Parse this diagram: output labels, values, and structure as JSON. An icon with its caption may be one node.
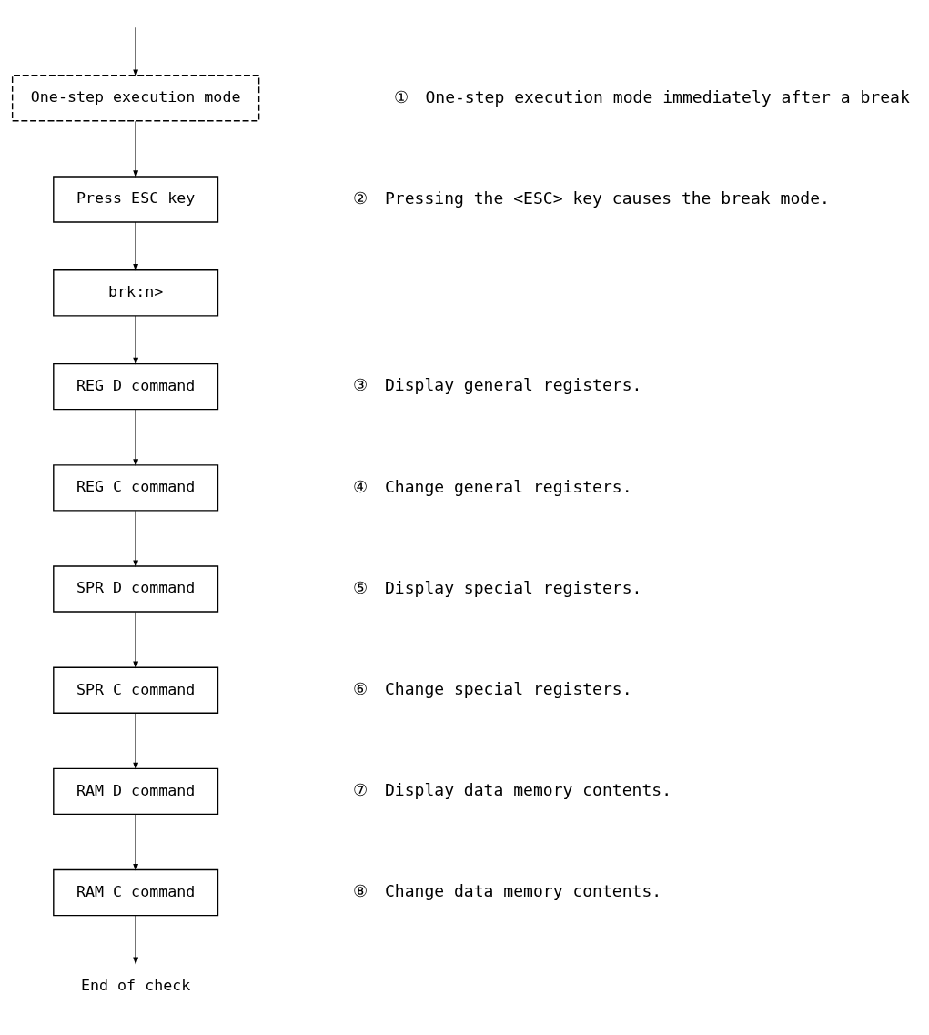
{
  "diagram": {
    "nodes": [
      {
        "text": [
          "One-step execution mode"
        ],
        "beside": [
          "①",
          "One-step execution mode immediately after a break"
        ]
      },
      {
        "text": [
          "Press ESC key"
        ],
        "beside": [
          "②",
          "Pressing the <ESC> key causes the break mode."
        ]
      },
      {
        "text": [
          "brk:n>"
        ]
      },
      {
        "text": [
          "REG D command"
        ],
        "beside": [
          "③",
          "Display general registers."
        ]
      },
      {
        "text": [
          "REG C command"
        ],
        "beside": [
          "④",
          "Change general registers."
        ]
      },
      {
        "text": [
          "SPR D command"
        ],
        "beside": [
          "⑤",
          "Display special registers."
        ]
      },
      {
        "text": [
          "SPR C command"
        ],
        "beside": [
          "⑥",
          "Change special registers."
        ]
      },
      {
        "text": [
          "RAM D command"
        ],
        "beside": [
          "⑦",
          "Display data memory contents."
        ]
      },
      {
        "text": [
          "RAM C command"
        ],
        "beside": [
          "⑧",
          "Change data memory contents."
        ]
      },
      {
        "text": [
          "End of check"
        ]
      }
    ],
    "edges": [
      {
        "from": null,
        "to": 0,
        "arrow": "to"
      },
      {
        "from": 0,
        "to": 1,
        "arrow": "to"
      },
      {
        "from": 1,
        "to": 2,
        "arrow": "to"
      },
      {
        "from": 2,
        "to": 3,
        "arrow": "to"
      },
      {
        "from": 3,
        "to": 4,
        "arrow": "to"
      },
      {
        "from": 4,
        "to": 5,
        "arrow": "to"
      },
      {
        "from": 5,
        "to": 6,
        "arrow": "to"
      },
      {
        "from": 6,
        "to": 7,
        "arrow": "to"
      },
      {
        "from": 7,
        "to": 8,
        "arrow": "to"
      },
      {
        "from": 8,
        "to": 9,
        "arrow": "to"
      }
    ]
  }
}
